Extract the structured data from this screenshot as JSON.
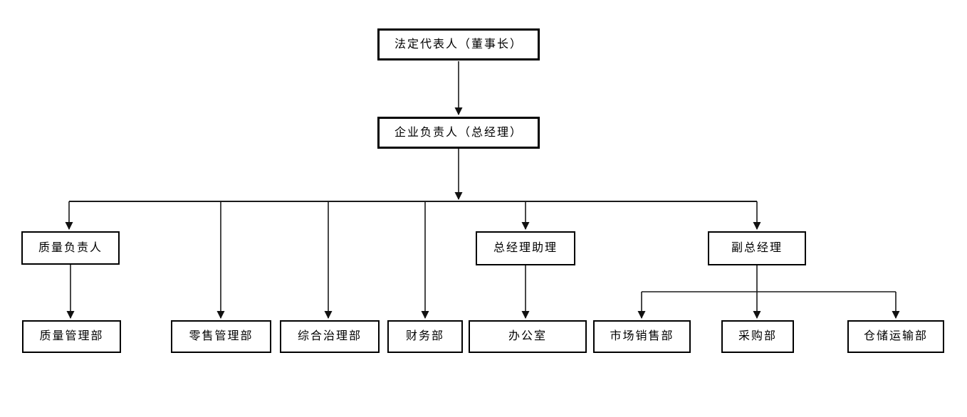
{
  "diagram": {
    "type": "org-chart",
    "background_color": "#ffffff",
    "line_color": "#1a1a1a",
    "box_border_color": "#000000",
    "text_color": "#000000",
    "nodes": [
      {
        "id": "chairman",
        "label": "法定代表人（董事长）",
        "level": 1,
        "reports_to": null
      },
      {
        "id": "gm",
        "label": "企业负责人（总经理）",
        "level": 2,
        "reports_to": "chairman"
      },
      {
        "id": "quality-lead",
        "label": "质量负责人",
        "level": 3,
        "reports_to": "gm"
      },
      {
        "id": "gm-assistant",
        "label": "总经理助理",
        "level": 3,
        "reports_to": "gm"
      },
      {
        "id": "deputy-gm",
        "label": "副总经理",
        "level": 3,
        "reports_to": "gm"
      },
      {
        "id": "quality-mgmt",
        "label": "质量管理部",
        "level": 4,
        "reports_to": "quality-lead"
      },
      {
        "id": "retail",
        "label": "零售管理部",
        "level": 4,
        "reports_to": "gm"
      },
      {
        "id": "comprehensive",
        "label": "综合治理部",
        "level": 4,
        "reports_to": "gm"
      },
      {
        "id": "finance",
        "label": "财务部",
        "level": 4,
        "reports_to": "gm"
      },
      {
        "id": "office",
        "label": "办公室",
        "level": 4,
        "reports_to": "gm-assistant"
      },
      {
        "id": "market",
        "label": "市场销售部",
        "level": 4,
        "reports_to": "deputy-gm"
      },
      {
        "id": "purchasing",
        "label": "采购部",
        "level": 4,
        "reports_to": "deputy-gm"
      },
      {
        "id": "warehouse",
        "label": "仓储运输部",
        "level": 4,
        "reports_to": "deputy-gm"
      }
    ]
  }
}
